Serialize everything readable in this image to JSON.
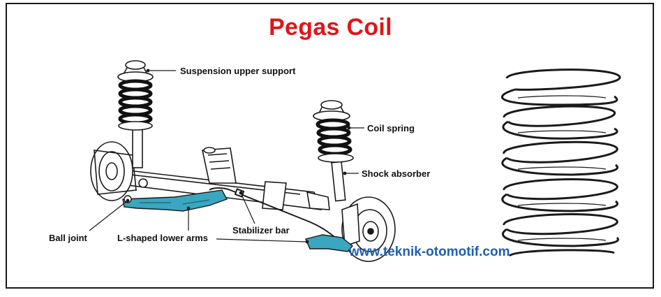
{
  "title": "Pegas Coil",
  "watermark": "www.teknik-otomotif.com",
  "labels": {
    "upper_support": "Suspension upper support",
    "coil_spring": "Coil spring",
    "shock_absorber": "Shock absorber",
    "ball_joint": "Ball joint",
    "lower_arms": "L-shaped lower arms",
    "stabilizer_bar": "Stabilizer bar"
  },
  "colors": {
    "title": "#e0141b",
    "watermark": "#1f5fb5",
    "lower_arm": "#3aa6c0",
    "line": "#1a1a1a"
  }
}
